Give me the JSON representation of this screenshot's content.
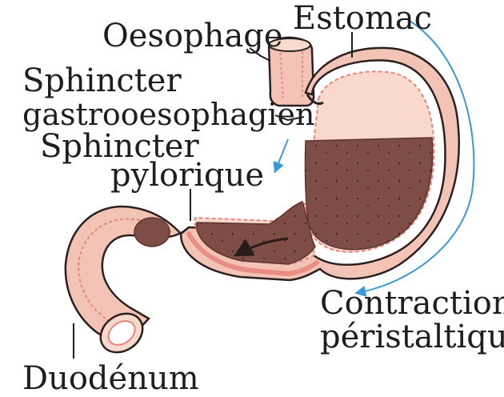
{
  "labels": {
    "estomac": "Estomac",
    "oesophage": "Oesophage",
    "sphincter_gastro_line1": "Sphincter",
    "sphincter_gastro_line2": "gastrooesophagien",
    "sphincter_pylorique_line1": "Sphincter",
    "sphincter_pylorique_line2": "pylorique",
    "contraction_line1": "Contraction",
    "contraction_line2": "péristaltique",
    "duodenum": "Duodénum"
  },
  "colors": {
    "tissue": "#f3c4b6",
    "tissue_light": "#f8d9cc",
    "contents": "#7d4d46",
    "contents_dark": "#5e3330",
    "mucosa": "#e8847d",
    "outline": "#2a2020",
    "arrow_blue": "#3a97d8",
    "arrow_dark": "#2a1a18"
  }
}
